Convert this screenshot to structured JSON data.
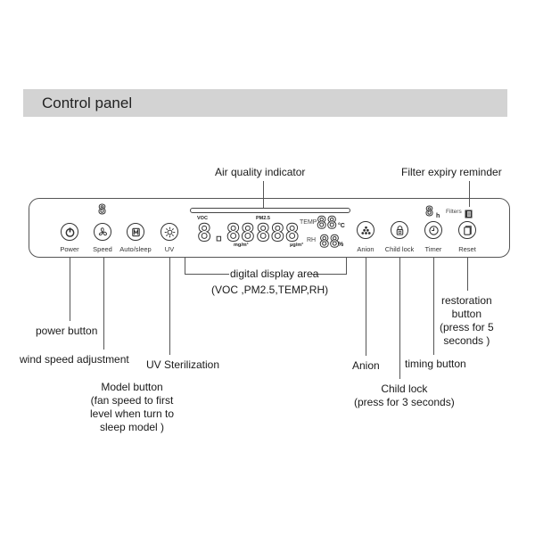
{
  "header": {
    "title": "Control panel"
  },
  "panel": {
    "buttons": [
      {
        "id": "power",
        "label": "Power",
        "icon": "power-icon"
      },
      {
        "id": "speed",
        "label": "Speed",
        "icon": "fan-icon"
      },
      {
        "id": "auto_sleep",
        "label": "Auto/sleep",
        "icon": "mode-m-icon"
      },
      {
        "id": "uv",
        "label": "UV",
        "icon": "sun-icon"
      },
      {
        "id": "anion",
        "label": "Anion",
        "icon": "anion-dots-icon"
      },
      {
        "id": "child_lock",
        "label": "Child lock",
        "icon": "lock-icon"
      },
      {
        "id": "timer",
        "label": "Timer",
        "icon": "clock-icon"
      },
      {
        "id": "reset",
        "label": "Reset",
        "icon": "filter-reset-icon"
      }
    ],
    "speed_digit": "8",
    "timer_digit": "8",
    "timer_unit": "h",
    "filters_label": "Filters",
    "display": {
      "voc_label": "VOC",
      "voc_value": "8.88",
      "voc_unit": "mg/m³",
      "pm25_label": "PM2.5",
      "pm25_value": "888",
      "pm25_unit": "μg/m³",
      "temp_label": "TEMP",
      "temp_value": "88",
      "temp_unit": "°C",
      "rh_label": "RH",
      "rh_value": "88",
      "rh_unit": "%"
    }
  },
  "callouts": {
    "air_quality": "Air quality indicator",
    "filter_expiry": "Filter expiry reminder",
    "display_area": "digital display area",
    "display_area_sub": "(VOC ,PM2.5,TEMP,RH)",
    "power": "power button",
    "speed": "wind speed adjustment",
    "uv": "UV Sterilization",
    "model_lines": [
      "Model button",
      "(fan speed to first",
      "level when turn to",
      "sleep model )"
    ],
    "anion": "Anion",
    "child_lock_lines": [
      "Child lock",
      "(press for 3 seconds)"
    ],
    "timer": "timing button",
    "reset_lines": [
      "restoration",
      "button",
      "(press for 5",
      "seconds )"
    ]
  }
}
